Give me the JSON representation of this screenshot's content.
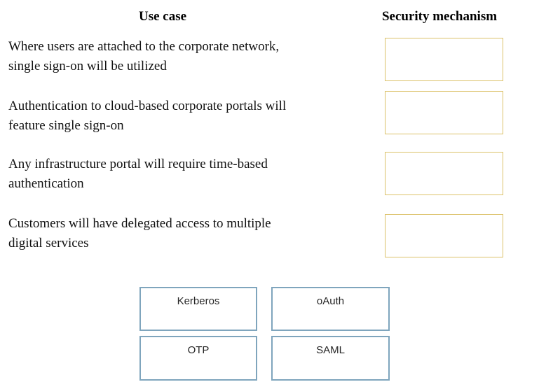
{
  "headers": {
    "use_case": "Use case",
    "security_mechanism": "Security mechanism"
  },
  "use_cases": [
    {
      "text": "Where users are attached to the corporate network,\nsingle sign-on will be utilized"
    },
    {
      "text": "Authentication to cloud-based corporate portals will\nfeature single sign-on"
    },
    {
      "text": "Any infrastructure portal will require time-based\nauthentication"
    },
    {
      "text": "Customers will have delegated access to multiple\ndigital services"
    }
  ],
  "drop_zones": [
    {
      "value": ""
    },
    {
      "value": ""
    },
    {
      "value": ""
    },
    {
      "value": ""
    }
  ],
  "options": [
    {
      "label": "Kerberos"
    },
    {
      "label": "oAuth"
    },
    {
      "label": "OTP"
    },
    {
      "label": "SAML"
    }
  ],
  "colors": {
    "drop_zone_border": "#DCC26A",
    "option_border": "#7FA5BD",
    "text": "#111111"
  }
}
